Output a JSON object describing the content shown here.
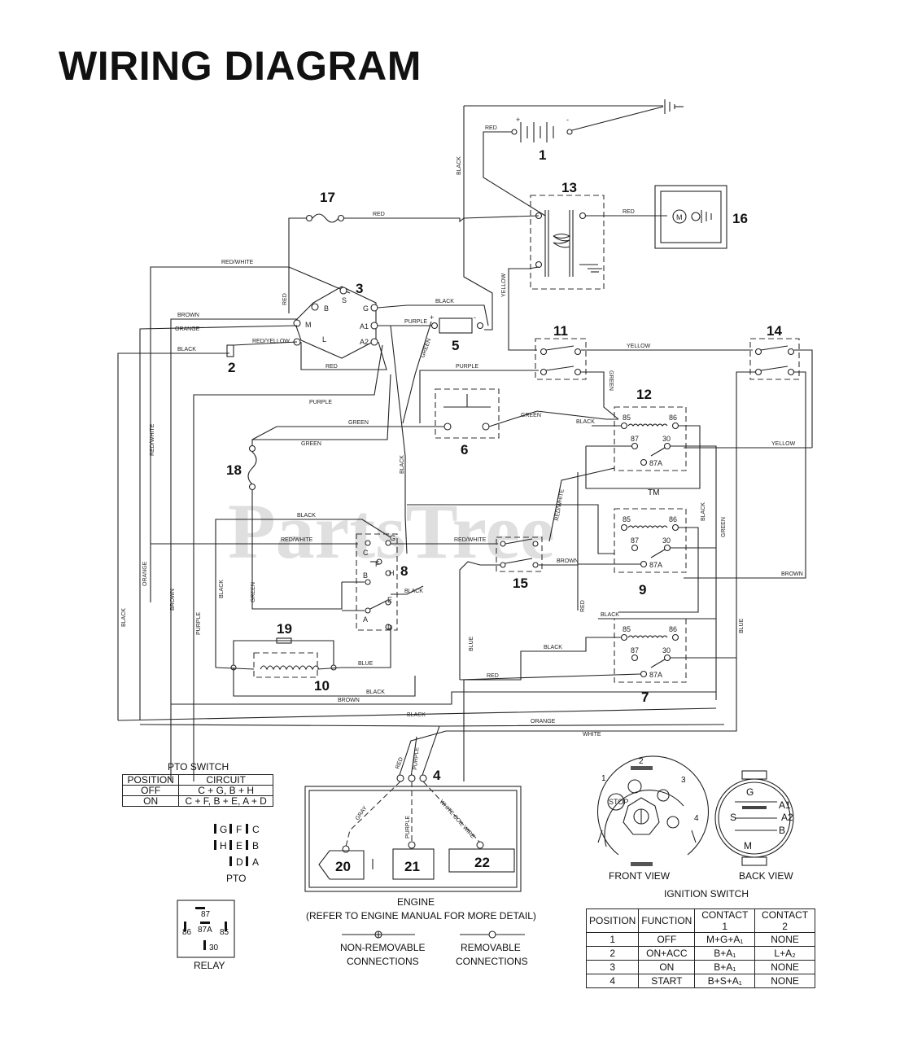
{
  "title": "WIRING DIAGRAM",
  "watermark": "PartsTree",
  "watermark_tm": "TM",
  "component_numbers": [
    "1",
    "2",
    "3",
    "4",
    "5",
    "6",
    "7",
    "8",
    "9",
    "10",
    "11",
    "12",
    "13",
    "14",
    "15",
    "16",
    "17",
    "18",
    "19",
    "20",
    "21",
    "22"
  ],
  "wire_labels": {
    "red": "RED",
    "black": "BLACK",
    "red_white": "RED/WHITE",
    "brown": "BROWN",
    "orange": "ORANGE",
    "red_yellow": "RED/YELLOW",
    "purple": "PURPLE",
    "green": "GREEN",
    "yellow": "YELLOW",
    "blue": "BLUE",
    "white": "WHITE",
    "gray": "GRAY",
    "white_coil_wire": "WHITE COIL WIRE"
  },
  "switch3_pins": [
    "B",
    "S",
    "G",
    "M",
    "A1",
    "L",
    "A2"
  ],
  "switch8_pins": [
    "G",
    "C",
    "F",
    "H",
    "B",
    "E",
    "A",
    "D"
  ],
  "relay_pins": [
    "85",
    "86",
    "87",
    "30",
    "87A"
  ],
  "battery_marks": [
    "+",
    "-"
  ],
  "pto_switch": {
    "title": "PTO SWITCH",
    "headers": [
      "POSITION",
      "CIRCUIT"
    ],
    "rows": [
      [
        "OFF",
        "C + G, B + H"
      ],
      [
        "ON",
        "C + F, B + E, A + D"
      ]
    ]
  },
  "pto_legend": {
    "rows": [
      [
        "G",
        "F",
        "C"
      ],
      [
        "H",
        "E",
        "B"
      ],
      [
        "",
        "D",
        "A"
      ]
    ],
    "label": "PTO"
  },
  "relay_legend": {
    "pins": [
      "87",
      "86",
      "87A",
      "85",
      "30"
    ],
    "label": "RELAY"
  },
  "engine": {
    "label": "ENGINE",
    "note": "(REFER TO ENGINE MANUAL FOR MORE DETAIL)"
  },
  "connection_legend": {
    "non_removable": [
      "NON-REMOVABLE",
      "CONNECTIONS"
    ],
    "removable": [
      "REMOVABLE",
      "CONNECTIONS"
    ]
  },
  "ignition_views": {
    "front": "FRONT VIEW",
    "back": "BACK VIEW",
    "positions": [
      "1",
      "2",
      "3",
      "4"
    ],
    "stop": "STOP",
    "back_pins": [
      "G",
      "A1",
      "S",
      "A2",
      "B",
      "M"
    ]
  },
  "ignition_switch": {
    "title": "IGNITION SWITCH",
    "headers": [
      "POSITION",
      "FUNCTION",
      "CONTACT 1",
      "CONTACT 2"
    ],
    "rows": [
      [
        "1",
        "OFF",
        "M+G+A₁",
        "NONE"
      ],
      [
        "2",
        "ON+ACC",
        "B+A₁",
        "L+A₂"
      ],
      [
        "3",
        "ON",
        "B+A₁",
        "NONE"
      ],
      [
        "4",
        "START",
        "B+S+A₁",
        "NONE"
      ]
    ]
  }
}
